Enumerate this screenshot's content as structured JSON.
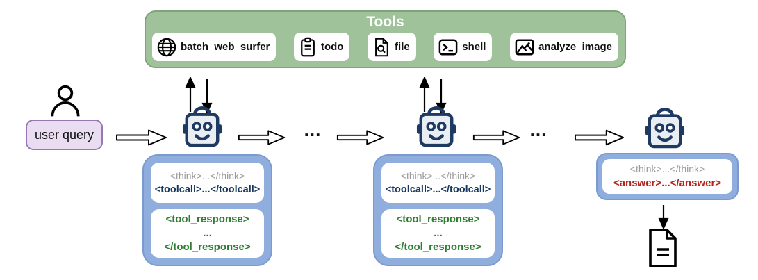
{
  "tools": {
    "title": "Tools",
    "items": [
      {
        "icon": "globe-icon",
        "label": "batch_web_surfer"
      },
      {
        "icon": "clipboard-icon",
        "label": "todo"
      },
      {
        "icon": "file-search-icon",
        "label": "file"
      },
      {
        "icon": "terminal-icon",
        "label": "shell"
      },
      {
        "icon": "image-icon",
        "label": "analyze_image"
      }
    ]
  },
  "user_query": {
    "label": "user query"
  },
  "flow": {
    "ellipsis_1": "...",
    "ellipsis_2": "..."
  },
  "steps": {
    "step1": {
      "think": "<think>...</think>",
      "toolcall": "<toolcall>...</toolcall>",
      "response_open": "<tool_response>",
      "response_body": "...",
      "response_close": "</tool_response>"
    },
    "step2": {
      "think": "<think>...</think>",
      "toolcall": "<toolcall>...</toolcall>",
      "response_open": "<tool_response>",
      "response_body": "...",
      "response_close": "</tool_response>"
    },
    "final": {
      "think": "<think>...</think>",
      "answer": "<answer>...</answer>"
    }
  },
  "colors": {
    "tools_bg": "#9FC29B",
    "tools_border": "#7EA579",
    "pill_bg": "#FFFFFF",
    "agent_navy": "#1E3A63",
    "agent_face": "#E9EEF2",
    "container_blue": "#8FAEDE",
    "container_border": "#7B9BD0",
    "think_gray": "#9A9A9A",
    "toolcall_navy": "#17375E",
    "response_green": "#2E7D32",
    "answer_red": "#B42318",
    "query_bg": "#EADDF2",
    "query_border": "#9878B4"
  }
}
